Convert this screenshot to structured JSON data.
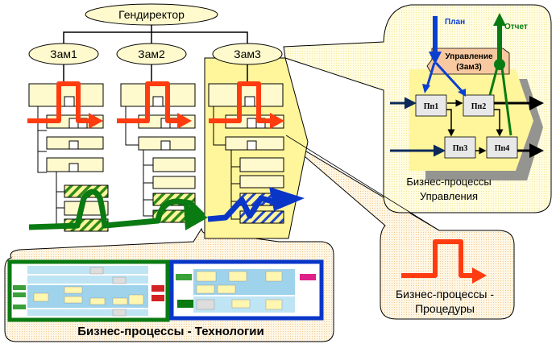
{
  "org_chart": {
    "ceo": "Гендиректор",
    "deputies": [
      "Зам1",
      "Зам2",
      "Зам3"
    ]
  },
  "management_panel": {
    "plan_label": "План",
    "report_label": "Отчет",
    "control_label_line1": "Управление",
    "control_label_line2": "(Зам3)",
    "processes": [
      "Пп1",
      "Пп2",
      "Пп3",
      "Пп4"
    ],
    "title_line1": "Бизнес-процессы",
    "title_line2": "Управления"
  },
  "procedures_callout": {
    "title_line1": "Бизнес-процессы -",
    "title_line2": "Процедуры"
  },
  "technology_callout": {
    "title": "Бизнес-процессы - Технологии"
  },
  "colors": {
    "node_fill": "#fffacd",
    "column_highlight": "#fff59a",
    "callout_fill": "#f9e6c8",
    "panel_fill": "#fffbd6",
    "procedure_arrow": "#ff3b10",
    "technology_arrow_green": "#0a7a12",
    "technology_arrow_blue": "#0a36c8",
    "plan_arrow": "#0b3fd0",
    "control_box": "#f8c9a0",
    "process_box": "#e8e8e8"
  }
}
